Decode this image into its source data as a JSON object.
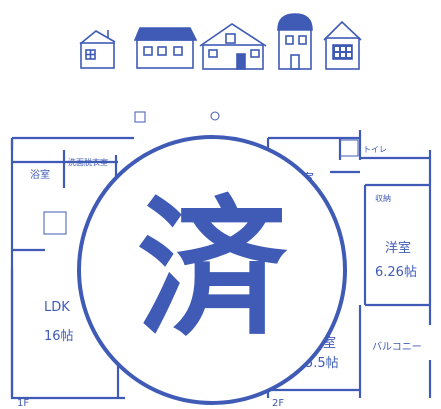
{
  "colors": {
    "ink": "#3f5bb6",
    "paper": "#ffffff"
  },
  "icons": [
    "house-icon",
    "house-icon",
    "house-icon",
    "house-icon",
    "house-icon"
  ],
  "plan1": {
    "bath": "浴室",
    "washroom": "洗面脱衣室",
    "ldk_label": "LDK",
    "ldk_size": "16帖",
    "floor": "1F"
  },
  "plan2": {
    "room_top": "洋室",
    "closet": "収納",
    "room_right": "洋室",
    "room_right_size": "6.26帖",
    "room_bottom": "洋室",
    "room_bottom_size": "5.5帖",
    "balcony": "バルコニー",
    "toilet": "トイレ",
    "floor": "2F"
  },
  "stamp": {
    "character": "済"
  }
}
